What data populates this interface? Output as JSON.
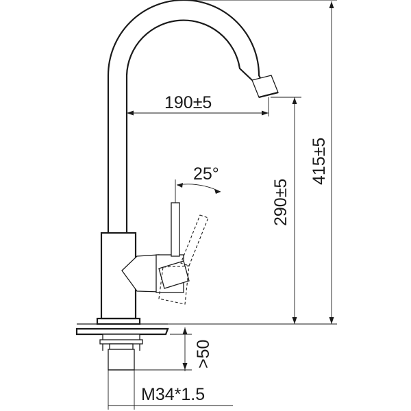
{
  "dimensions": {
    "spout_reach": "190±5",
    "handle_angle": "25°",
    "spout_height": "290±5",
    "total_height": "415±5",
    "min_clearance": ">50",
    "thread": "M34*1.5"
  }
}
